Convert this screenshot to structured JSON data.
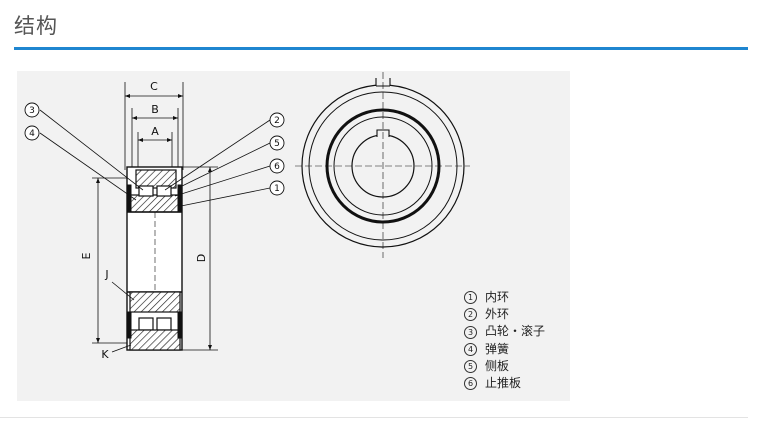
{
  "section_title": "结构",
  "dimension_labels": {
    "A": "A",
    "B": "B",
    "C": "C",
    "D": "D",
    "E": "E",
    "J": "J",
    "K": "K"
  },
  "callouts": [
    "①",
    "②",
    "③",
    "④",
    "⑤",
    "⑥"
  ],
  "legend": [
    {
      "num": "1",
      "text": "内环"
    },
    {
      "num": "2",
      "text": "外环"
    },
    {
      "num": "3",
      "text": "凸轮・滚子"
    },
    {
      "num": "4",
      "text": "弹簧"
    },
    {
      "num": "5",
      "text": "侧板"
    },
    {
      "num": "6",
      "text": "止推板"
    }
  ],
  "colors": {
    "accent_rule": "#1f86d0",
    "figure_bg": "#f2f2f2"
  }
}
